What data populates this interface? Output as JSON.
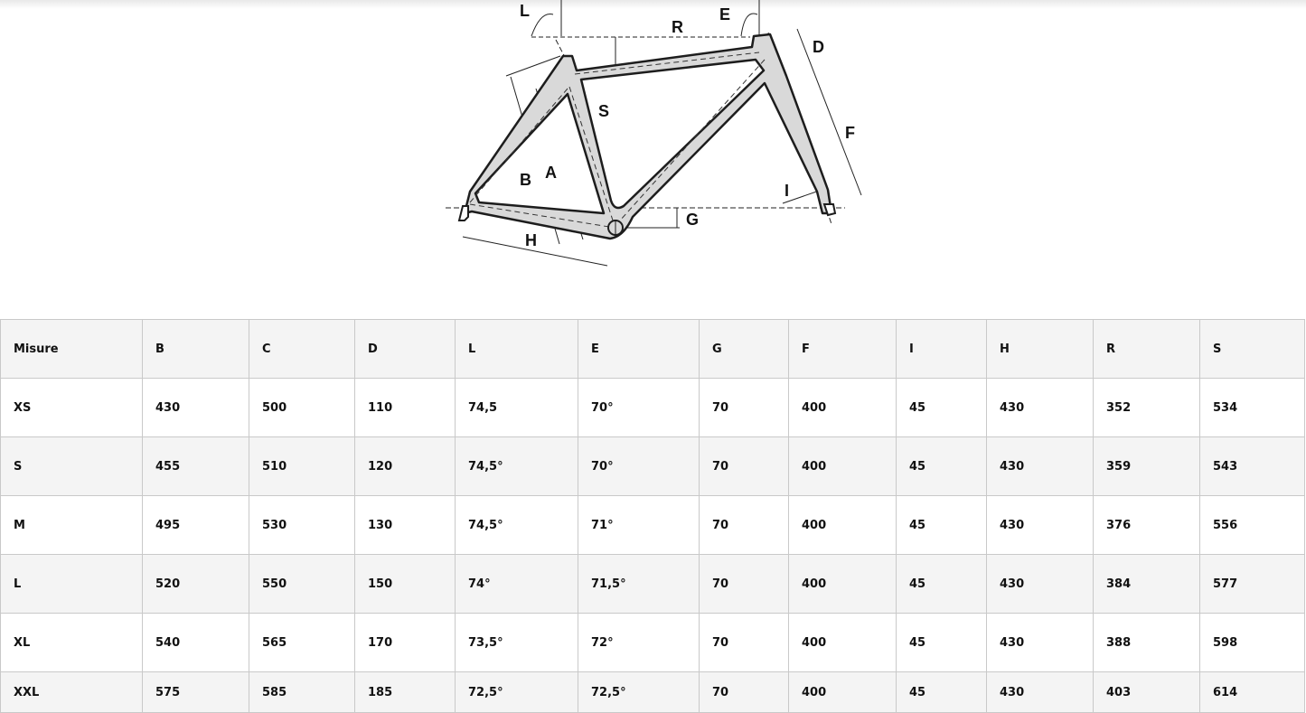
{
  "diagram": {
    "labels": {
      "L": "L",
      "R": "R",
      "E": "E",
      "D": "D",
      "S": "S",
      "F": "F",
      "B": "B",
      "A": "A",
      "I": "I",
      "G": "G",
      "H": "H"
    }
  },
  "table": {
    "headers": [
      "Misure",
      "B",
      "C",
      "D",
      "L",
      "E",
      "G",
      "F",
      "I",
      "H",
      "R",
      "S"
    ],
    "rows": [
      [
        "XS",
        "430",
        "500",
        "110",
        "74,5",
        "70°",
        "70",
        "400",
        "45",
        "430",
        "352",
        "534"
      ],
      [
        "S",
        "455",
        "510",
        "120",
        "74,5°",
        "70°",
        "70",
        "400",
        "45",
        "430",
        "359",
        "543"
      ],
      [
        "M",
        "495",
        "530",
        "130",
        "74,5°",
        "71°",
        "70",
        "400",
        "45",
        "430",
        "376",
        "556"
      ],
      [
        "L",
        "520",
        "550",
        "150",
        "74°",
        "71,5°",
        "70",
        "400",
        "45",
        "430",
        "384",
        "577"
      ],
      [
        "XL",
        "540",
        "565",
        "170",
        "73,5°",
        "72°",
        "70",
        "400",
        "45",
        "430",
        "388",
        "598"
      ],
      [
        "XXL",
        "575",
        "585",
        "185",
        "72,5°",
        "72,5°",
        "70",
        "400",
        "45",
        "430",
        "403",
        "614"
      ]
    ]
  }
}
